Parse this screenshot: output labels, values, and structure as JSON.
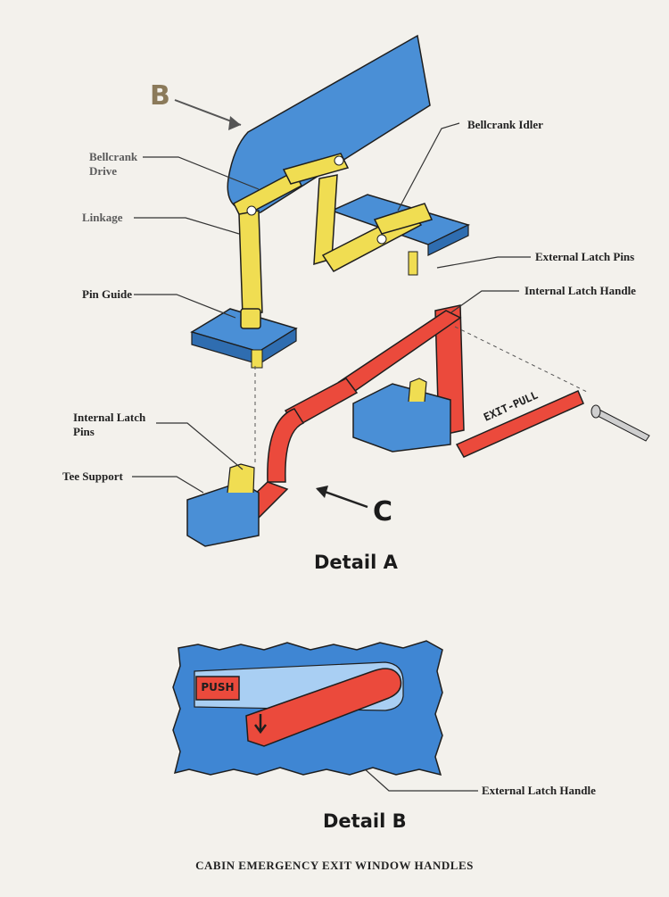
{
  "labels": {
    "bellcrank_drive_line1": "Bellcrank",
    "bellcrank_drive_line2": "Drive",
    "linkage": "Linkage",
    "pin_guide": "Pin Guide",
    "bellcrank_idler": "Bellcrank Idler",
    "external_latch_pins": "External Latch Pins",
    "internal_latch_handle": "Internal Latch Handle",
    "internal_latch_pins_line1": "Internal Latch",
    "internal_latch_pins_line2": "Pins",
    "tee_support": "Tee Support",
    "external_latch_handle": "External Latch Handle"
  },
  "callouts": {
    "b": "B",
    "c": "C"
  },
  "details": {
    "a": "Detail  A",
    "b": "Detail  B"
  },
  "placards": {
    "exit_pull": "EXIT-PULL",
    "push": "PUSH"
  },
  "caption": "CABIN EMERGENCY EXIT WINDOW HANDLES",
  "colors": {
    "blue": "#3f86d3",
    "yellow": "#f0dd52",
    "red": "#eb4a3c",
    "outline": "#1e1e1e",
    "paper": "#f3f1ec"
  }
}
